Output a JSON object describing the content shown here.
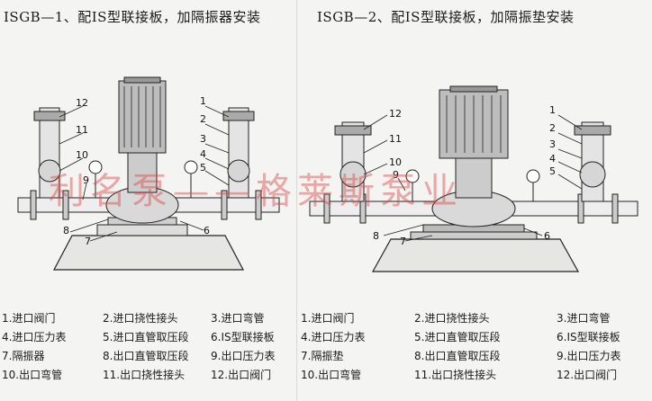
{
  "left": {
    "title": "ISGB—1、配IS型联接板，加隔振器安装",
    "callouts": [
      "12",
      "11",
      "10",
      "9",
      "8",
      "7",
      "1",
      "2",
      "3",
      "4",
      "5",
      "6"
    ],
    "legend": [
      "1.进口阀门",
      "2.进口挠性接头",
      "3.进口弯管",
      "4.进口压力表",
      "5.进口直管取压段",
      "6.IS型联接板",
      "7.隔振器",
      "8.出口直管取压段",
      "9.出口压力表",
      "10.出口弯管",
      "11.出口挠性接头",
      "12.出口阀门"
    ]
  },
  "right": {
    "title": "ISGB—2、配IS型联接板，加隔振垫安装",
    "callouts": [
      "12",
      "11",
      "10",
      "9",
      "8",
      "7",
      "1",
      "2",
      "3",
      "4",
      "5",
      "6"
    ],
    "legend": [
      "1.进口阀门",
      "2.进口挠性接头",
      "3.进口弯管",
      "4.进口压力表",
      "5.进口直管取压段",
      "6.IS型联接板",
      "7.隔振垫",
      "8.出口直管取压段",
      "9.出口压力表",
      "10.出口弯管",
      "11.出口挠性接头",
      "12.出口阀门"
    ]
  },
  "watermark": "利名泵——格莱斯泵业",
  "colors": {
    "watermark": "#dc4646",
    "ink": "#1a1a1a"
  }
}
